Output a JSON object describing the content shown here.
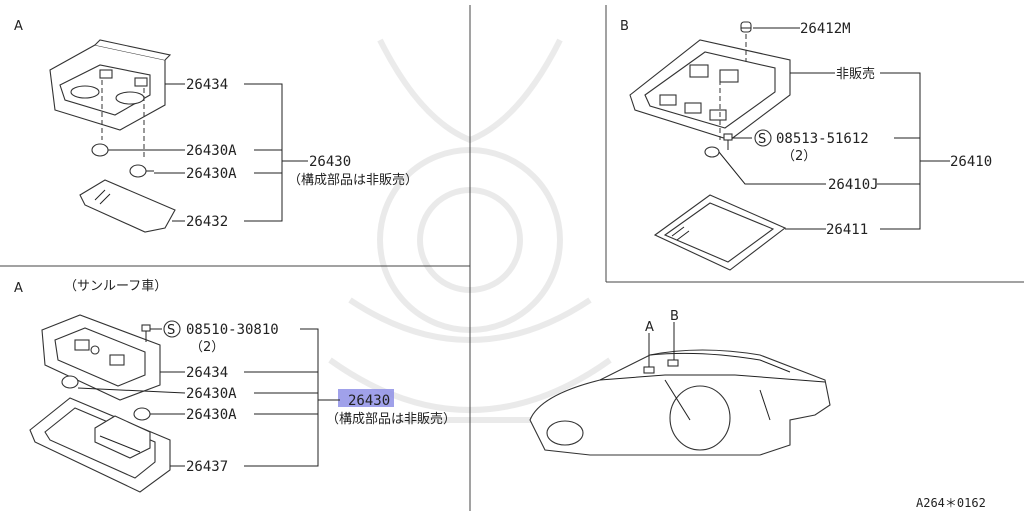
{
  "top_left": {
    "section": "A",
    "parts": [
      "26434",
      "26430A",
      "26430A",
      "26432"
    ],
    "assembly": "26430",
    "assembly_note": "（構成部品は非販売）"
  },
  "bottom_left": {
    "section": "A",
    "variant_note": "（サンルーフ車）",
    "screw": "08510-30810",
    "screw_qty": "（2）",
    "screw_symbol": "S",
    "parts": [
      "26434",
      "26430A",
      "26430A",
      "26437"
    ],
    "assembly": "26430",
    "assembly_note": "（構成部品は非販売）",
    "highlight_color": "#8f90e6"
  },
  "top_right": {
    "section": "B",
    "cap": "26412M",
    "not_sold": "非販売",
    "screw": "08513-51612",
    "screw_qty": "（2）",
    "screw_symbol": "S",
    "bulb": "26410J",
    "lens": "26411",
    "assembly": "26410"
  },
  "car": {
    "marker_a": "A",
    "marker_b": "B"
  },
  "figure_code": "A264＊0162"
}
